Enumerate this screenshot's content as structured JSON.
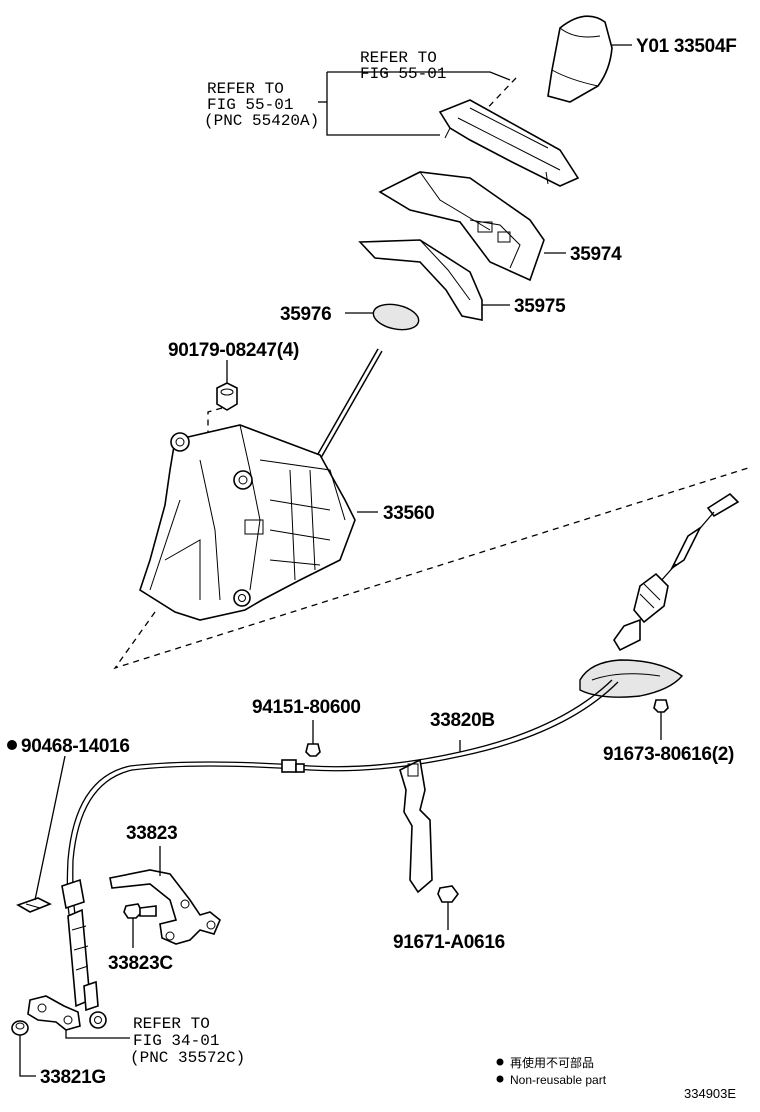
{
  "labels": {
    "knob": "Y01 33504F",
    "p35974": "35974",
    "p35976": "35976",
    "p35975": "35975",
    "nut_90179": "90179-08247(4)",
    "p33560": "33560",
    "nut_94151": "94151-80600",
    "cable_33820b": "33820B",
    "clip_90468": "90468-14016",
    "bolt_91673": "91673-80616(2)",
    "p33823": "33823",
    "p33823c": "33823C",
    "bolt_91671": "91671-A0616",
    "p33821g": "33821G"
  },
  "refs": {
    "ref_a": [
      "REFER TO",
      "FIG 55-01"
    ],
    "ref_b": [
      "REFER TO",
      "FIG 55-01",
      "(PNC 55420A)"
    ],
    "ref_c": [
      "REFER TO",
      "FIG 34-01",
      "(PNC 35572C)"
    ]
  },
  "legend": {
    "line1": "再使用不可部品",
    "line2": "Non-reusable part"
  },
  "diagram_code": "334903E"
}
